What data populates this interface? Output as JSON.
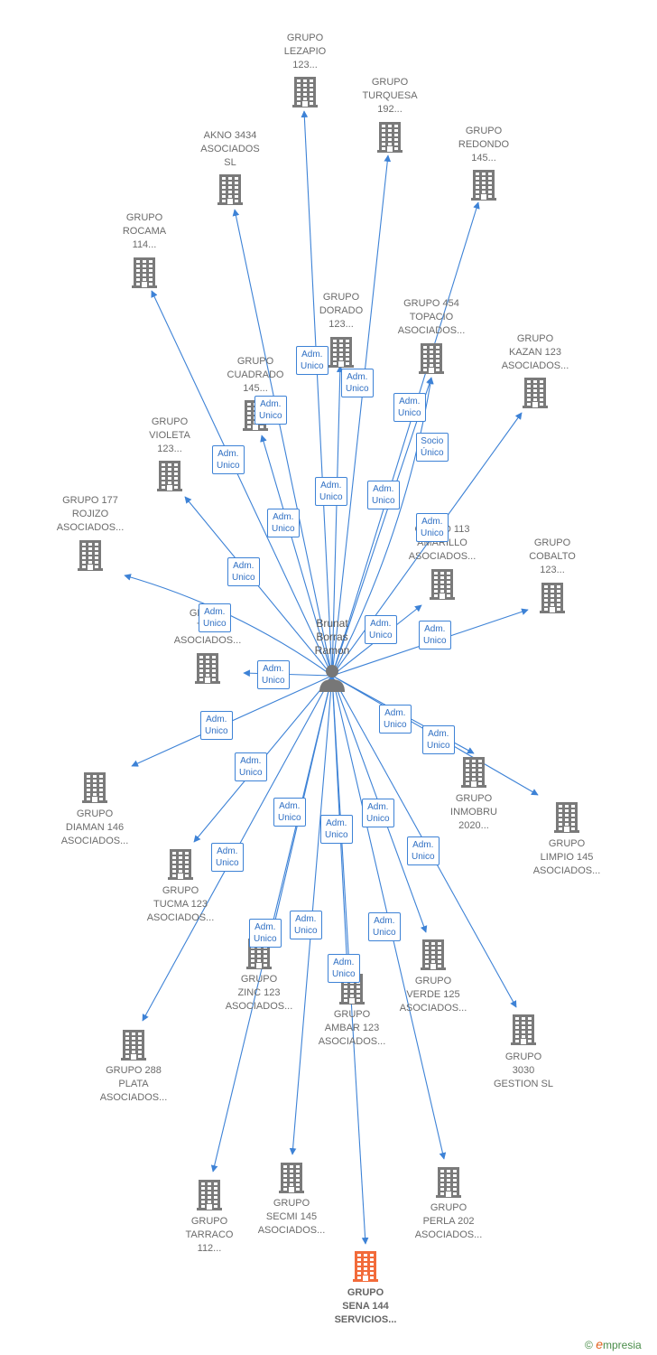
{
  "colors": {
    "edge": "#3d82d6",
    "node": "#7a7a7a",
    "highlight": "#f26b3a",
    "person": "#777777"
  },
  "center": {
    "label": "Brunat\nBorras\nRamon",
    "icon": "person-icon"
  },
  "nodes": [
    {
      "id": "lezapio",
      "label": "GRUPO\nLEZAPIO\n123..."
    },
    {
      "id": "turquesa",
      "label": "GRUPO\nTURQUESA\n192..."
    },
    {
      "id": "redondo",
      "label": "GRUPO\nREDONDO\n145..."
    },
    {
      "id": "akno",
      "label": "AKNO 3434\nASOCIADOS\nSL"
    },
    {
      "id": "rocama",
      "label": "GRUPO\nROCAMA\n114..."
    },
    {
      "id": "dorado",
      "label": "GRUPO\nDORADO\n123..."
    },
    {
      "id": "topacio",
      "label": "GRUPO 454\nTOPACIO\nASOCIADOS..."
    },
    {
      "id": "kazan",
      "label": "GRUPO\nKAZAN 123\nASOCIADOS..."
    },
    {
      "id": "cuadrado",
      "label": "GRUPO\nCUADRADO\n145..."
    },
    {
      "id": "violeta",
      "label": "GRUPO\nVIOLETA\n123..."
    },
    {
      "id": "rojizo",
      "label": "GRUPO 177\nROJIZO\nASOCIADOS..."
    },
    {
      "id": "amarillo",
      "label": "GRUPO 113\nAMARILLO\nASOCIADOS..."
    },
    {
      "id": "cobalto",
      "label": "GRUPO\nCOBALTO\n123..."
    },
    {
      "id": "tiza",
      "label": "GRUPO\nTIZA\nASOCIADOS..."
    },
    {
      "id": "inmobru",
      "label": "GRUPO\nINMOBRU\n2020..."
    },
    {
      "id": "limpio",
      "label": "GRUPO\nLIMPIO 145\nASOCIADOS..."
    },
    {
      "id": "diaman",
      "label": "GRUPO\nDIAMAN 146\nASOCIADOS..."
    },
    {
      "id": "tucma",
      "label": "GRUPO\nTUCMA 123\nASOCIADOS..."
    },
    {
      "id": "zinc",
      "label": "GRUPO\nZINC 123\nASOCIADOS..."
    },
    {
      "id": "ambar",
      "label": "GRUPO\nAMBAR 123\nASOCIADOS..."
    },
    {
      "id": "verde",
      "label": "GRUPO\nVERDE 125\nASOCIADOS..."
    },
    {
      "id": "gestion",
      "label": "GRUPO\n3030\nGESTION SL"
    },
    {
      "id": "plata",
      "label": "GRUPO 288\nPLATA\nASOCIADOS..."
    },
    {
      "id": "secmi",
      "label": "GRUPO\nSECMI 145\nASOCIADOS..."
    },
    {
      "id": "perla",
      "label": "GRUPO\nPERLA 202\nASOCIADOS..."
    },
    {
      "id": "tarraco",
      "label": "GRUPO\nTARRACO\n112..."
    },
    {
      "id": "sena",
      "label": "GRUPO\nSENA 144\nSERVICIOS...",
      "highlight": true
    }
  ],
  "edges": [
    {
      "to": "lezapio",
      "label": "Adm.\nUnico"
    },
    {
      "to": "turquesa",
      "label": "Adm.\nUnico"
    },
    {
      "to": "redondo",
      "label": "Adm.\nUnico"
    },
    {
      "to": "akno",
      "label": "Adm.\nUnico"
    },
    {
      "to": "rocama",
      "label": "Adm.\nUnico"
    },
    {
      "to": "dorado",
      "label": "Adm.\nUnico"
    },
    {
      "to": "topacio",
      "label": "Adm.\nUnico"
    },
    {
      "to": "topacio",
      "label": "Socio\nÚnico"
    },
    {
      "to": "kazan",
      "label": "Adm.\nUnico"
    },
    {
      "to": "cuadrado",
      "label": "Adm.\nUnico"
    },
    {
      "to": "violeta",
      "label": "Adm.\nUnico"
    },
    {
      "to": "rojizo",
      "label": "Adm.\nUnico"
    },
    {
      "to": "amarillo",
      "label": "Adm.\nUnico"
    },
    {
      "to": "cobalto",
      "label": "Adm.\nUnico"
    },
    {
      "to": "tiza",
      "label": "Adm.\nUnico"
    },
    {
      "to": "inmobru",
      "label": "Adm.\nUnico"
    },
    {
      "to": "limpio",
      "label": "Adm.\nUnico"
    },
    {
      "to": "diaman",
      "label": "Adm.\nUnico"
    },
    {
      "to": "tucma",
      "label": "Adm.\nUnico"
    },
    {
      "to": "zinc",
      "label": "Adm.\nUnico"
    },
    {
      "to": "ambar",
      "label": "Adm.\nUnico"
    },
    {
      "to": "verde",
      "label": "Adm.\nUnico"
    },
    {
      "to": "gestion",
      "label": "Adm.\nUnico"
    },
    {
      "to": "plata",
      "label": "Adm.\nUnico"
    },
    {
      "to": "secmi",
      "label": "Adm.\nUnico"
    },
    {
      "to": "perla",
      "label": "Adm.\nUnico"
    },
    {
      "to": "tarraco",
      "label": "Adm.\nUnico"
    },
    {
      "to": "sena",
      "label": "Adm.\nUnico"
    }
  ],
  "footer": {
    "copyright": "©",
    "brand_initial": "e",
    "brand_rest": "mpresia"
  }
}
